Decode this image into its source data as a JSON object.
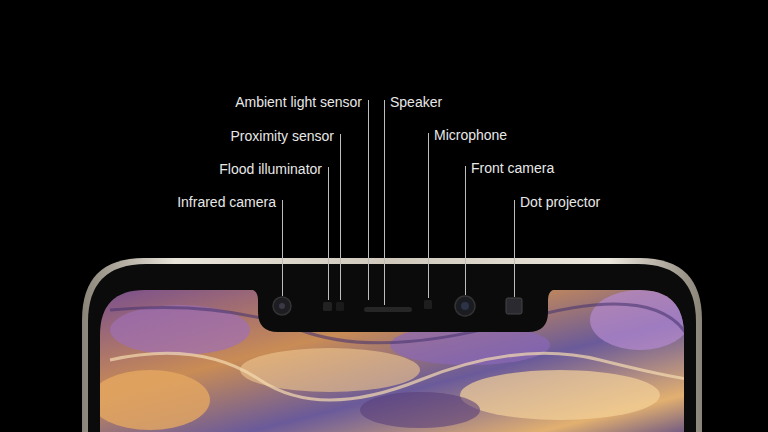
{
  "diagram": {
    "labels": [
      "Ambient light sensor",
      "Speaker",
      "Proximity sensor",
      "Microphone",
      "Flood illuminator",
      "Front camera",
      "Infrared camera",
      "Dot projector"
    ]
  }
}
